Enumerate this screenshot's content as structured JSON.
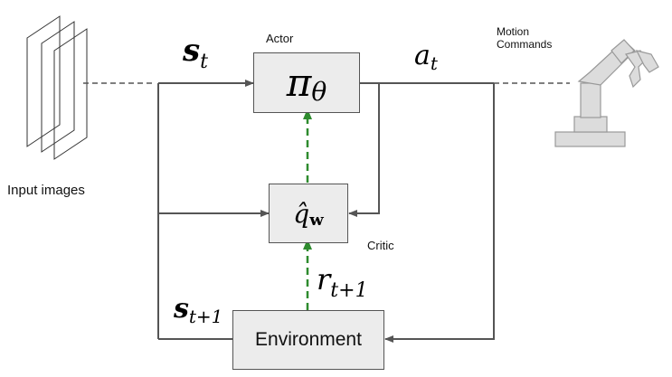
{
  "labels": {
    "actor": "Actor",
    "critic": "Critic",
    "motion_commands_line1": "Motion",
    "motion_commands_line2": "Commands",
    "input_images": "Input images",
    "environment": "Environment"
  },
  "math": {
    "state": "s",
    "state_sub": "t",
    "action": "a",
    "action_sub": "t",
    "policy": "π",
    "policy_sub": "θ",
    "critic_q": "q̂",
    "critic_sub": "w",
    "reward": "r",
    "reward_sub": "t+1",
    "next_state": "s",
    "next_state_sub": "t+1"
  },
  "colors": {
    "line": "#555555",
    "dashed_feedback": "#2e8b2e",
    "box_fill": "#ececec",
    "robot_fill": "#dcdcdc"
  },
  "icons": [
    "input-images-stack-icon",
    "robot-arm-icon"
  ]
}
